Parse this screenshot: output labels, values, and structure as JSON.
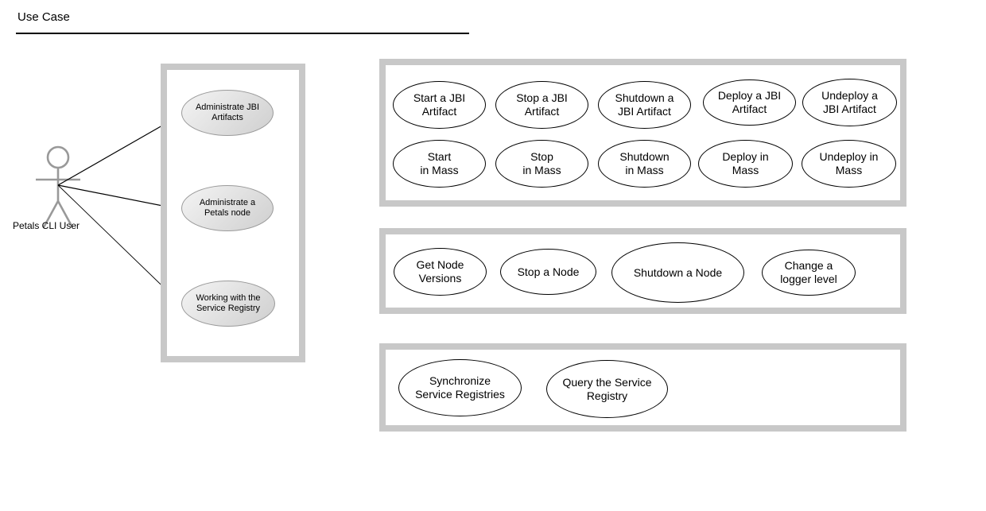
{
  "diagram": {
    "title": "Use Case",
    "type": "uml-use-case-diagram"
  },
  "actor": {
    "name": "Petals CLI User",
    "icon": "stick-figure-actor-icon",
    "color": "#999999"
  },
  "colors": {
    "group_border": "#c8c8c8",
    "ellipse_stroke": "#000000",
    "shaded_ellipse_stroke": "#9a9a9a",
    "shaded_ellipse_fill_start": "#f4f4f4",
    "shaded_ellipse_fill_end": "#cfcfcf",
    "rule": "#000000",
    "text": "#000000"
  },
  "actor_goals": {
    "group_label": "",
    "items": [
      {
        "line1": "Administrate JBI",
        "line2": "Artifacts"
      },
      {
        "line1": "Administrate a",
        "line2": "Petals node"
      },
      {
        "line1": "Working with the",
        "line2": "Service Registry"
      }
    ]
  },
  "groups": [
    {
      "id": "jbi-artifacts-group",
      "use_cases": [
        {
          "line1": "Start a JBI",
          "line2": "Artifact"
        },
        {
          "line1": "Stop a JBI",
          "line2": "Artifact"
        },
        {
          "line1": "Shutdown a",
          "line2": "JBI Artifact"
        },
        {
          "line1": "Deploy a JBI",
          "line2": "Artifact"
        },
        {
          "line1": "Undeploy a",
          "line2": "JBI Artifact"
        },
        {
          "line1": "Start",
          "line2": "in Mass"
        },
        {
          "line1": "Stop",
          "line2": "in Mass"
        },
        {
          "line1": "Shutdown",
          "line2": "in Mass"
        },
        {
          "line1": "Deploy in",
          "line2": "Mass"
        },
        {
          "line1": "Undeploy in",
          "line2": "Mass"
        }
      ]
    },
    {
      "id": "petals-node-group",
      "use_cases": [
        {
          "line1": "Get Node",
          "line2": "Versions"
        },
        {
          "line1": "Stop a Node",
          "line2": ""
        },
        {
          "line1": "Shutdown a Node",
          "line2": ""
        },
        {
          "line1": "Change a",
          "line2": "logger level"
        }
      ]
    },
    {
      "id": "service-registry-group",
      "use_cases": [
        {
          "line1": "Synchronize",
          "line2": "Service Registries"
        },
        {
          "line1": "Query the Service",
          "line2": "Registry"
        }
      ]
    }
  ]
}
